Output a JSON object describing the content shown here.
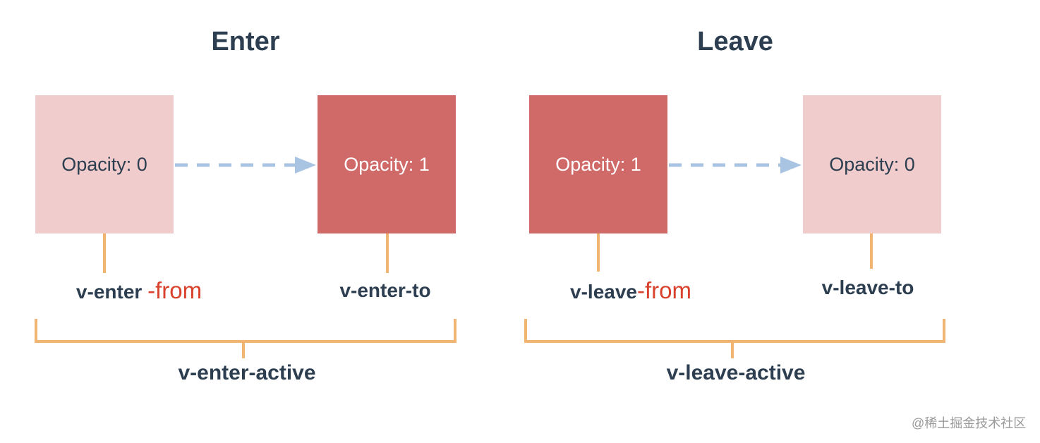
{
  "colors": {
    "text": "#2c3e50",
    "box_light": "#f0cccc",
    "box_dark": "#d06a69",
    "suffix": "#d8422c",
    "bracket": "#f0b572",
    "arrow": "#a8c4e2"
  },
  "enter": {
    "title": "Enter",
    "from_box": "Opacity: 0",
    "to_box": "Opacity: 1",
    "from_label_base": "v-enter",
    "from_label_suffix": "-from",
    "to_label": "v-enter-to",
    "active_label": "v-enter-active"
  },
  "leave": {
    "title": "Leave",
    "from_box": "Opacity: 1",
    "to_box": "Opacity: 0",
    "from_label_base": "v-leave",
    "from_label_suffix": "-from",
    "to_label": "v-leave-to",
    "active_label": "v-leave-active"
  },
  "watermark": "@稀土掘金技术社区"
}
